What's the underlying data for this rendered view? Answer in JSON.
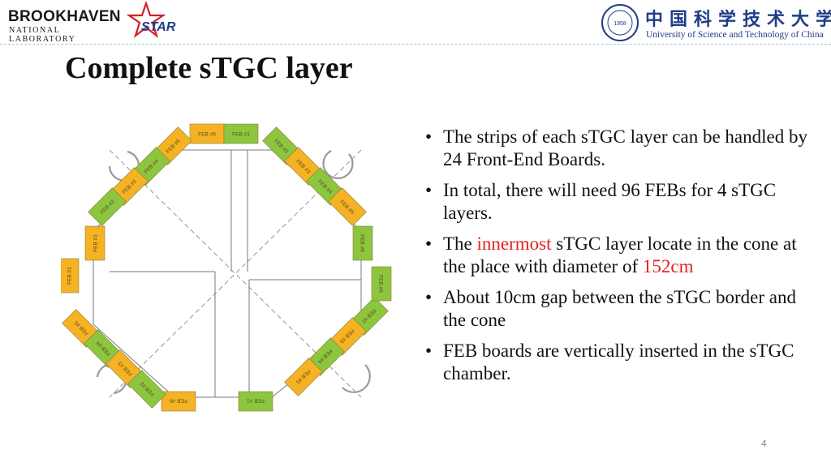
{
  "header": {
    "bnl_name": "BROOKHAVEN",
    "bnl_sub": "NATIONAL LABORATORY",
    "star_label": "STAR",
    "ustc_cn": "中国科学技术大学",
    "ustc_en": "University of Science and Technology of China",
    "ustc_seal_year": "1958"
  },
  "title": "Complete sTGC layer",
  "bullets": [
    {
      "segments": [
        {
          "text": "The strips of each sTGC layer can be handled by 24 Front-End Boards.",
          "color": "#111111"
        }
      ]
    },
    {
      "segments": [
        {
          "text": "In total, there will need 96 FEBs for 4 sTGC layers.",
          "color": "#111111"
        }
      ]
    },
    {
      "segments": [
        {
          "text": "The ",
          "color": "#111111"
        },
        {
          "text": "innermost",
          "color": "#e0231f"
        },
        {
          "text": " sTGC layer locate in the cone at the place with diameter of ",
          "color": "#111111"
        },
        {
          "text": "152cm",
          "color": "#e0231f"
        }
      ]
    },
    {
      "segments": [
        {
          "text": "About 10cm gap between the sTGC border and the cone",
          "color": "#111111"
        }
      ]
    },
    {
      "segments": [
        {
          "text": "FEB boards are vertically inserted in the sTGC chamber.",
          "color": "#111111"
        }
      ]
    }
  ],
  "bullet_symbol": "•",
  "diagram": {
    "feb_labels": [
      "FEB #6",
      "FEB #1",
      "FEB #5",
      "FEB #4",
      "FEB #3",
      "FEB #2",
      "FEB #1",
      "FEB #2",
      "FEB #3",
      "FEB #4",
      "FEB #5",
      "FEB #6",
      "FEB #6",
      "FEB #1",
      "FEB #5",
      "FEB #4",
      "FEB #3",
      "FEB #2",
      "FEB #1",
      "FEB #2",
      "FEB #3",
      "FEB #4",
      "FEB #5",
      "FEB #6"
    ],
    "colors": {
      "feb_orange": "#f5b324",
      "feb_green": "#8cc63f",
      "outline": "#7a7a7a"
    }
  },
  "page_number": "4"
}
